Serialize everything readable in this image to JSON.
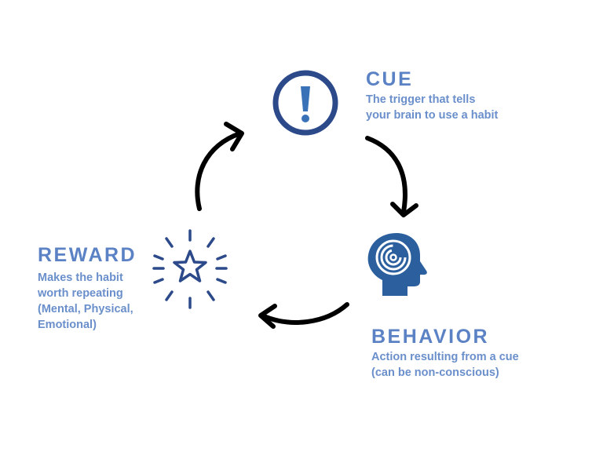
{
  "cue": {
    "title": "CUE",
    "lines": [
      "The trigger that tells",
      "your brain to use a habit"
    ],
    "icon": "exclamation-circle-icon"
  },
  "behavior": {
    "title": "BEHAVIOR",
    "lines": [
      "Action resulting from a cue",
      "(can be non-conscious)"
    ],
    "icon": "head-spiral-icon"
  },
  "reward": {
    "title": "REWARD",
    "lines": [
      "Makes the habit",
      "worth repeating",
      "(Mental, Physical,",
      "Emotional)"
    ],
    "icon": "sparkling-star-icon"
  },
  "colors": {
    "accent": "#5b82c4",
    "icon_dark": "#2c4a8a",
    "head_fill": "#2b5f9e",
    "arrow": "#000000"
  }
}
